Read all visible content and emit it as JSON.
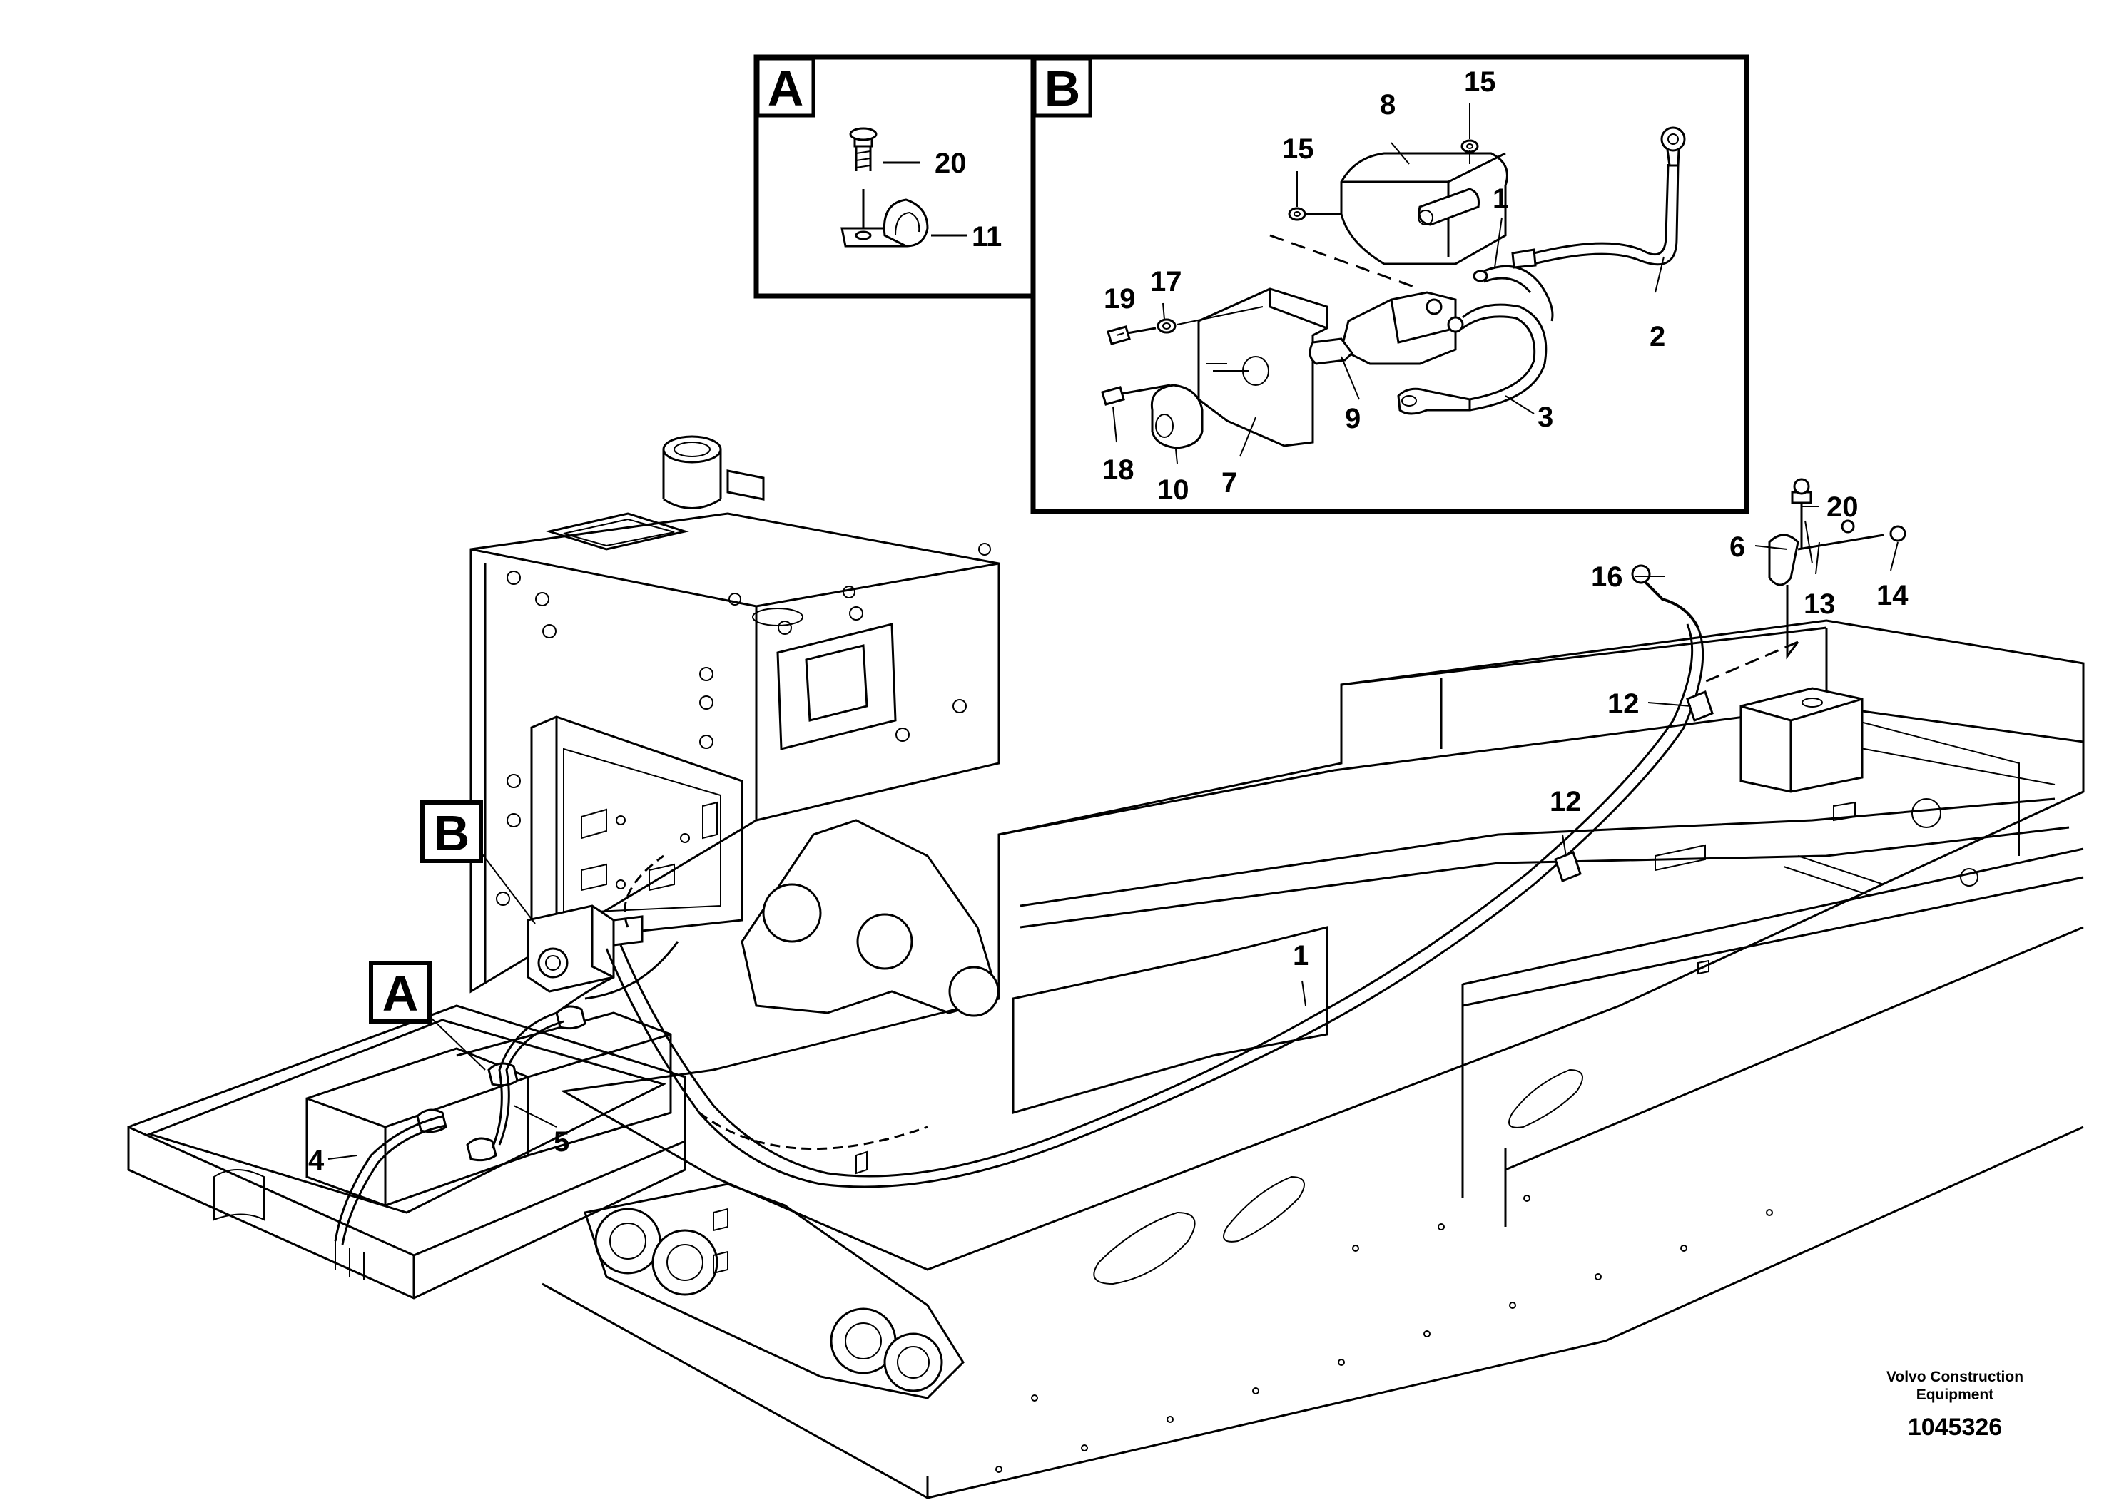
{
  "detail_boxes": {
    "a_letter": "A",
    "b_letter": "B"
  },
  "callouts": {
    "a_letter": "A",
    "b_letter": "B"
  },
  "labels": {
    "A_20": "20",
    "A_11": "11",
    "B_15_top": "15",
    "B_8": "8",
    "B_15_left": "15",
    "B_1": "1",
    "B_19": "19",
    "B_17": "17",
    "B_2": "2",
    "B_9": "9",
    "B_3": "3",
    "B_18": "18",
    "B_10": "10",
    "B_7": "7",
    "M_20": "20",
    "M_6": "6",
    "M_16": "16",
    "M_13": "13",
    "M_14": "14",
    "M_12_upper": "12",
    "M_12_lower": "12",
    "M_1": "1",
    "M_4": "4",
    "M_5": "5"
  },
  "footer": {
    "company_line1": "Volvo Construction",
    "company_line2": "Equipment",
    "drawing_number": "1045326"
  },
  "colors": {
    "ink": "#000000",
    "paper": "#ffffff"
  }
}
